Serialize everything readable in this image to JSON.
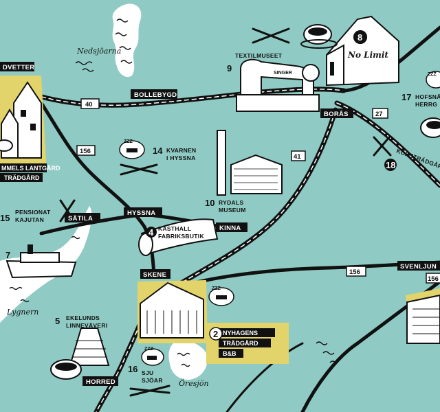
{
  "map": {
    "places": {
      "landvetter": "DVETTER",
      "bollebygd": "BOLLEBYGD",
      "boras": "BORÅS",
      "hyssna": "HYSSNA",
      "satila": "SÄTILA",
      "kinna": "KINNA",
      "skene": "SKENE",
      "horred": "HORRED",
      "svenljunga": "SVENLJUN"
    },
    "roads": {
      "r40": "40",
      "r156a": "156",
      "r41": "41",
      "r27": "27",
      "r156b": "156",
      "r156c": "156"
    },
    "water": {
      "nedsjoarna": "Nedsjöarna",
      "lygnern": "Lygnern",
      "oresjon": "Öresjön"
    },
    "pois": [
      {
        "num": "9",
        "label1": "TEXTILMUSEET",
        "label2": ""
      },
      {
        "num": "8",
        "label1": "No Limit",
        "label2": ""
      },
      {
        "num": "17",
        "label1": "HOFSNÄ",
        "label2": "HERRG"
      },
      {
        "num": "18",
        "label1": "KÖKSTRÄDGÅRDEN",
        "label2": ""
      },
      {
        "num": "14",
        "label1": "KVARNEN",
        "label2": "I HYSSNA"
      },
      {
        "num": "10",
        "label1": "RYDALS",
        "label2": "MUSEUM"
      },
      {
        "num": "4",
        "label1": "KASTHALL",
        "label2": "FABRIKSBUTIK"
      },
      {
        "num": "15",
        "label1": "PENSIONAT",
        "label2": "KAJUTAN"
      },
      {
        "num": "7",
        "label1": "",
        "label2": ""
      },
      {
        "num": "5",
        "label1": "EKELUNDS",
        "label2": "LINNEVÄVERI"
      },
      {
        "num": "2",
        "label1": "NYHAGENS",
        "label2": "TRÄDGÅRD"
      },
      {
        "num": "16",
        "label1": "SJU",
        "label2": "SJÖAR"
      }
    ],
    "highlight_labels": {
      "landvetter_garden_1": "MMELS LANTGÅRD",
      "landvetter_garden_2": "TRÄDGÅRD",
      "nyhagen_bb": "B&B"
    },
    "signage": {
      "singer": "SINGER",
      "zzz": "ZZZ"
    },
    "colors": {
      "water": "#8fcbc4",
      "road": "#111111",
      "highlight": "#e2d36a",
      "land": "#ffffff"
    }
  }
}
